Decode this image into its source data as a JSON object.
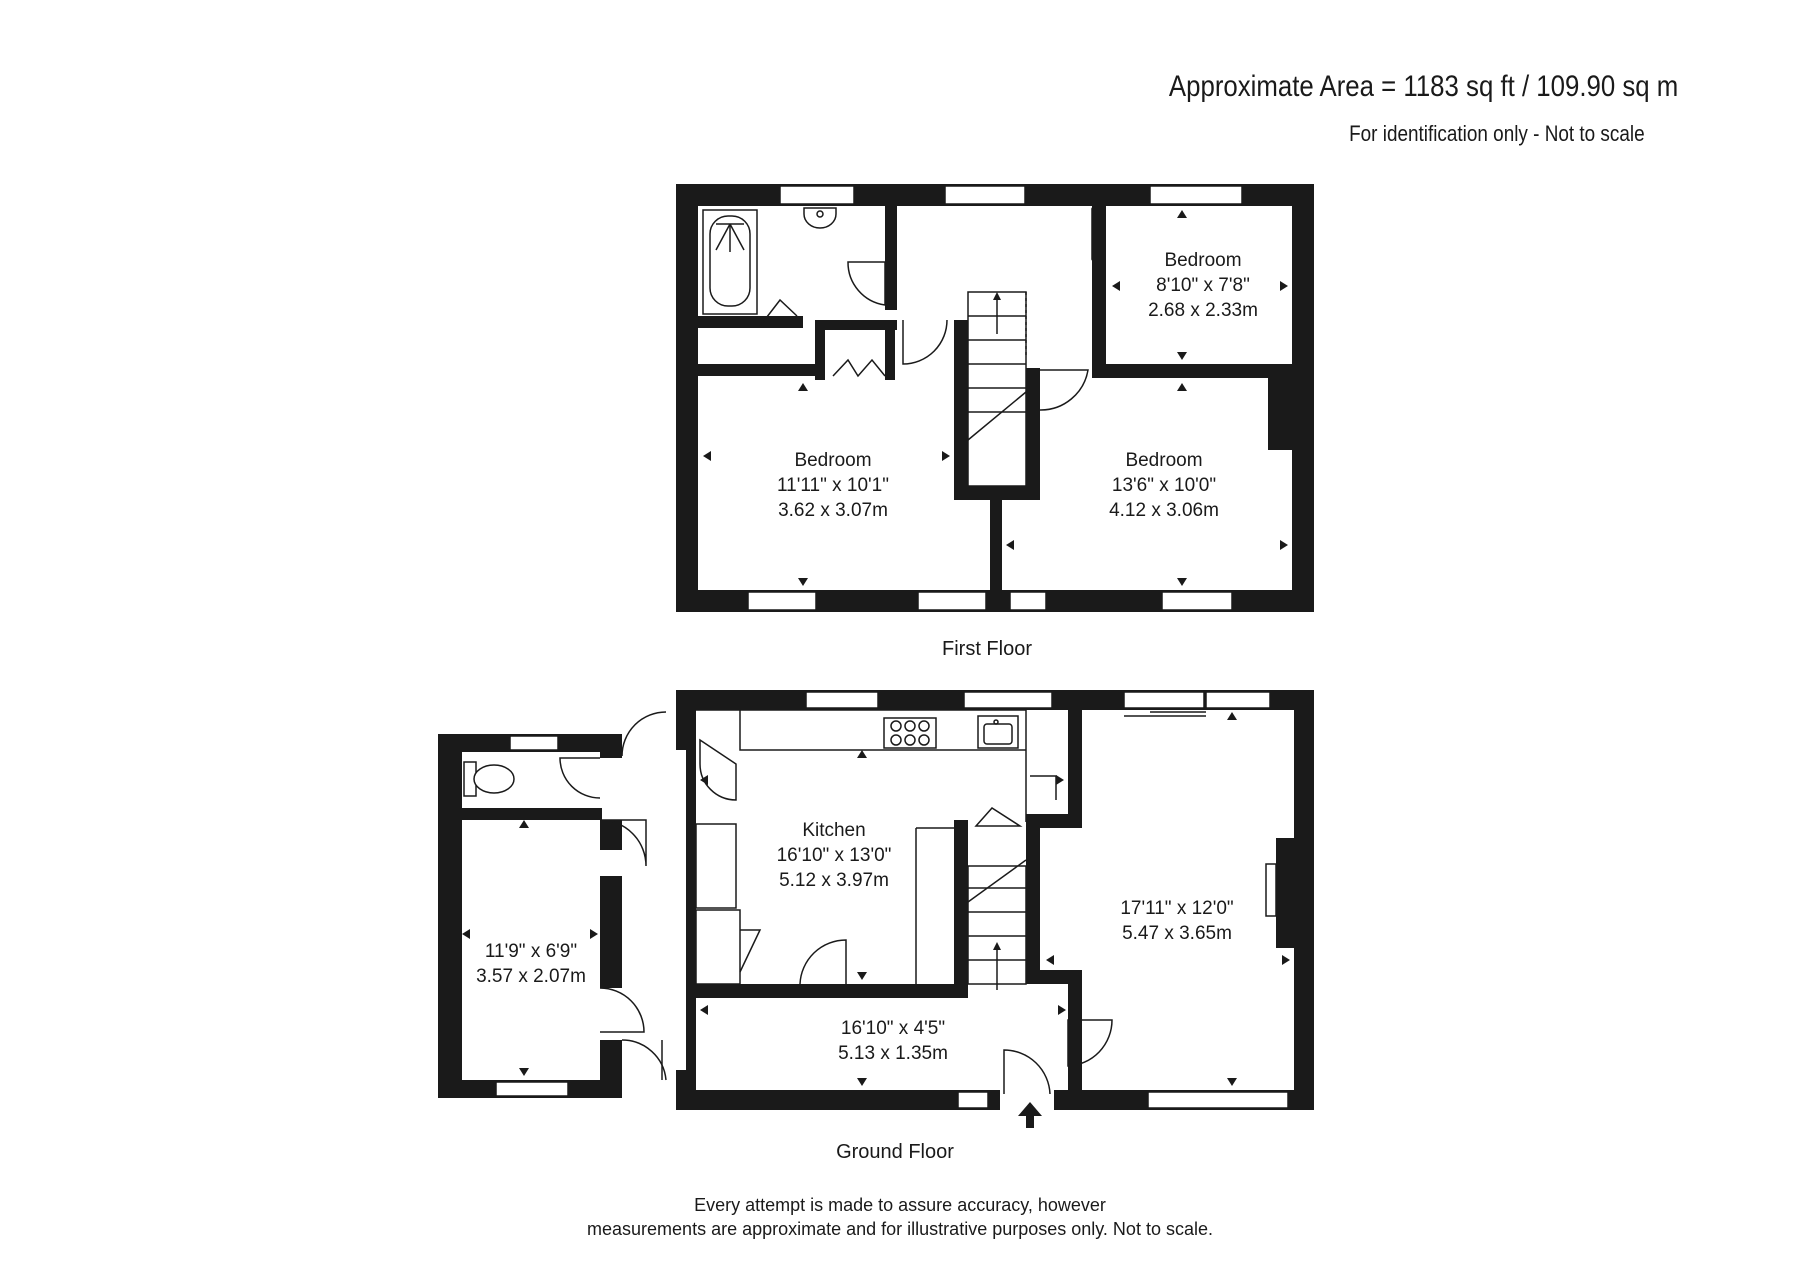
{
  "header": {
    "area": "Approximate Area = 1183 sq ft / 109.90 sq m",
    "note": "For identification only - Not to scale"
  },
  "floors": {
    "first": "First Floor",
    "ground": "Ground Floor"
  },
  "rooms": {
    "first_bedroom_small": {
      "name": "Bedroom",
      "imperial": "8'10\" x 7'8\"",
      "metric": "2.68 x 2.33m"
    },
    "first_bedroom_left": {
      "name": "Bedroom",
      "imperial": "11'11\" x 10'1\"",
      "metric": "3.62 x 3.07m"
    },
    "first_bedroom_right": {
      "name": "Bedroom",
      "imperial": "13'6\" x 10'0\"",
      "metric": "4.12 x 3.06m"
    },
    "ground_kitchen": {
      "name": "Kitchen",
      "imperial": "16'10\" x 13'0\"",
      "metric": "5.12 x 3.97m"
    },
    "ground_side_room": {
      "name": "",
      "imperial": "11'9\" x 6'9\"",
      "metric": "3.57 x 2.07m"
    },
    "ground_living": {
      "name": "",
      "imperial": "17'11\" x 12'0\"",
      "metric": "5.47 x 3.65m"
    },
    "ground_hall": {
      "name": "",
      "imperial": "16'10\" x 4'5\"",
      "metric": "5.13 x 1.35m"
    }
  },
  "disclaimer": {
    "line1": "Every attempt is made to assure accuracy, however",
    "line2": "measurements are approximate and for illustrative purposes only. Not to scale."
  },
  "icons": [
    "bath-icon",
    "basin-icon",
    "toilet-icon",
    "hob-icon",
    "sink-icon",
    "entrance-arrow-icon"
  ]
}
